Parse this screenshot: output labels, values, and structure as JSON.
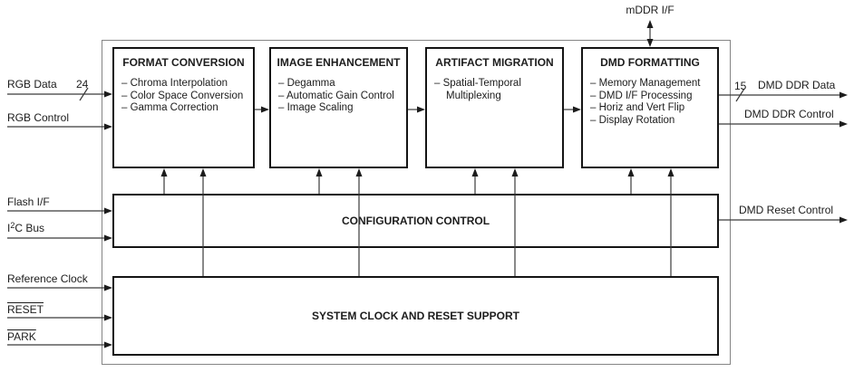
{
  "colors": {
    "ink": "#1c1c1c",
    "border": "#141414",
    "outer_border": "#858585"
  },
  "top_interface": {
    "label": "mDDR I/F"
  },
  "blocks": {
    "format_conversion": {
      "title": "FORMAT CONVERSION",
      "items": [
        "– Chroma Interpolation",
        "– Color Space Conversion",
        "– Gamma Correction"
      ]
    },
    "image_enhancement": {
      "title": "IMAGE ENHANCEMENT",
      "items": [
        "– Degamma",
        "– Automatic Gain Control",
        "– Image Scaling"
      ]
    },
    "artifact_migration": {
      "title": "ARTIFACT MIGRATION",
      "items": [
        "– Spatial-Temporal Multiplexing"
      ]
    },
    "dmd_formatting": {
      "title": "DMD FORMATTING",
      "items": [
        "– Memory Management",
        "– DMD I/F Processing",
        "– Horiz and Vert Flip",
        "– Display Rotation"
      ]
    },
    "configuration_control": {
      "title": "CONFIGURATION CONTROL"
    },
    "system_clock": {
      "title": "SYSTEM CLOCK AND RESET SUPPORT"
    }
  },
  "inputs": {
    "rgb_data": {
      "label": "RGB Data",
      "bus_width": "24"
    },
    "rgb_control": {
      "label": "RGB Control"
    },
    "flash_if": {
      "label": "Flash I/F"
    },
    "i2c_bus": {
      "base": "I",
      "sup": "2",
      "rest": "C Bus"
    },
    "reference_clock": {
      "label": "Reference Clock"
    },
    "reset": {
      "label": "RESET"
    },
    "park": {
      "label": "PARK"
    }
  },
  "outputs": {
    "dmd_ddr_data": {
      "label": "DMD DDR Data",
      "bus_width": "15"
    },
    "dmd_ddr_control": {
      "label": "DMD DDR Control"
    },
    "dmd_reset_control": {
      "label": "DMD Reset Control"
    }
  }
}
